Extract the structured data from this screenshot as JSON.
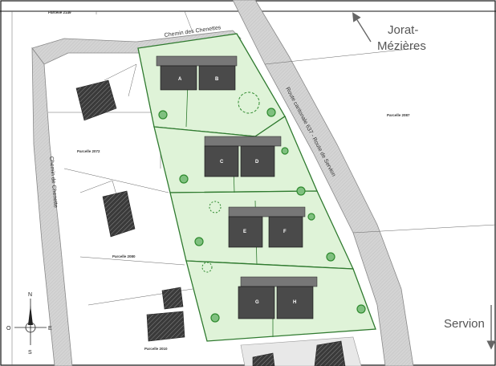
{
  "colors": {
    "lot_fill": "#dff3d8",
    "lot_border": "#2f7a2f",
    "road_fill": "#d6d6d6",
    "building_fill": "#4a4a4a",
    "tree_color": "#2f8a2f"
  },
  "roads": {
    "chemin_chenettes": "Chemin des Chenettes",
    "chemin_chenettes_vertical": "Chemin de Chenette",
    "route_cantonale": "Route cantonale 637 - Route de Servion"
  },
  "parcels": {
    "p2149": "Parcelle 2149",
    "p2072": "Parcelle 2072",
    "p2080": "Parcelle 2080",
    "p2010": "Parcelle 2010",
    "p2087": "Parcelle 2087"
  },
  "directions": {
    "north_1": "Jorat-",
    "north_2": "Mézières",
    "south": "Servion"
  },
  "compass": {
    "n": "N",
    "s": "S",
    "e": "E",
    "o": "O"
  },
  "buildings": {
    "a": "A",
    "b": "B",
    "c": "C",
    "d": "D",
    "e": "E",
    "f": "F",
    "g": "G",
    "h": "H"
  }
}
